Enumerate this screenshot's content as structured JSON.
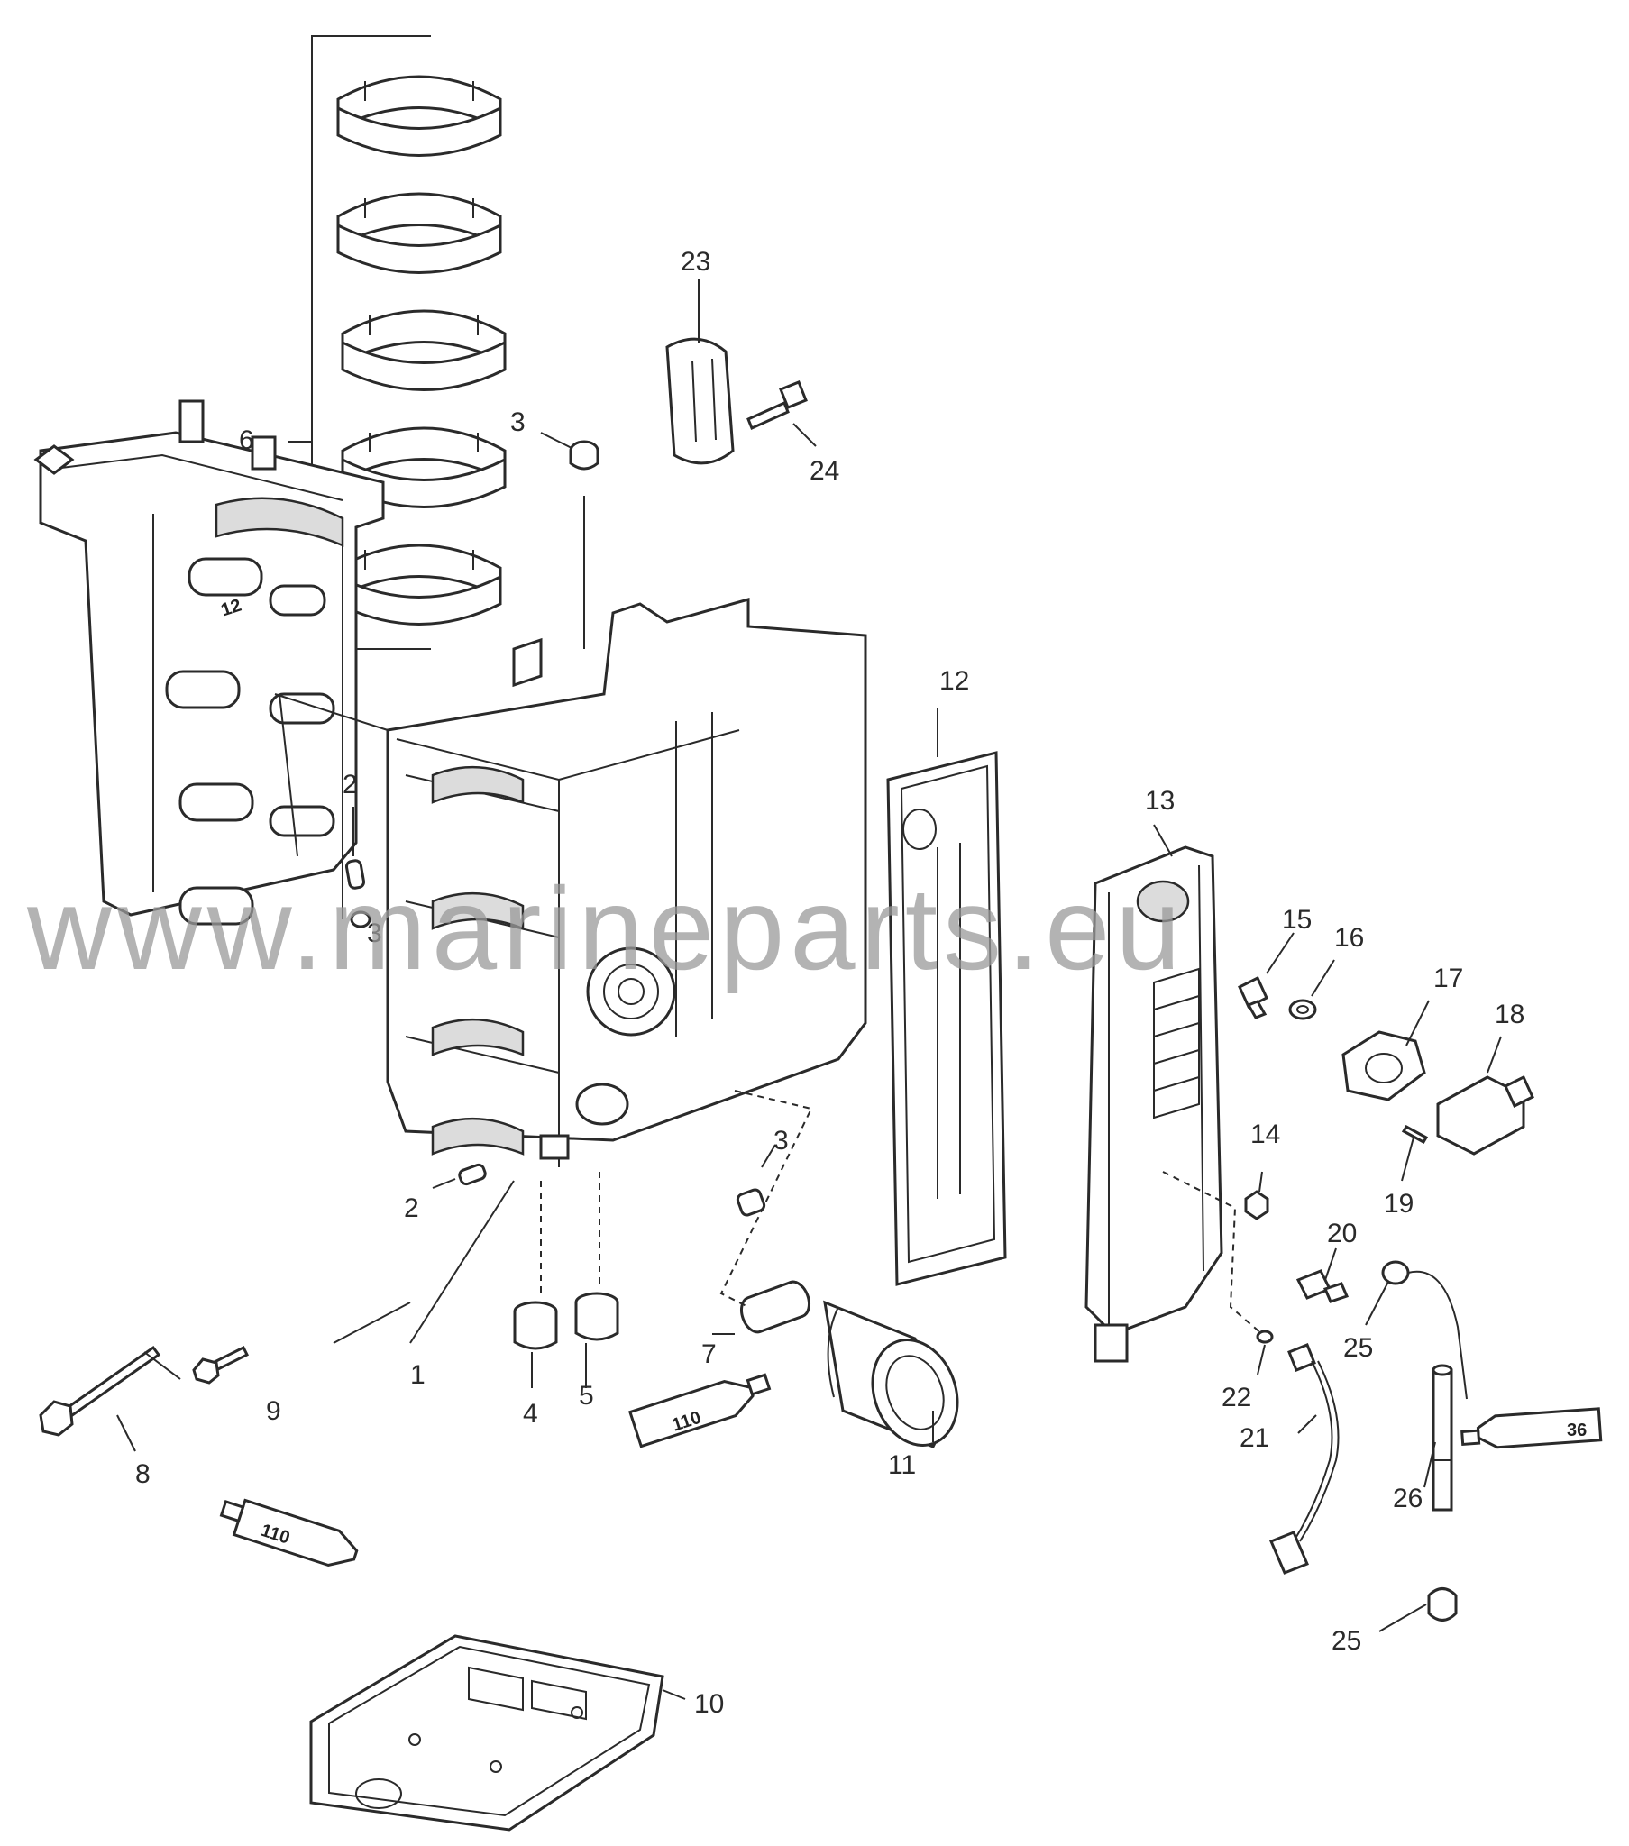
{
  "watermark": "www.marineparts.eu",
  "tube_labels": {
    "tube_12": "12",
    "tube_110_left": "110",
    "tube_110_center": "110",
    "tube_36": "36"
  },
  "callouts": {
    "c1": "1",
    "c2_upper": "2",
    "c2_lower": "2",
    "c3_upper": "3",
    "c3_side": "3",
    "c3_lower": "3",
    "c4": "4",
    "c5": "5",
    "c6": "6",
    "c7": "7",
    "c8": "8",
    "c9": "9",
    "c10": "10",
    "c11": "11",
    "c12": "12",
    "c13": "13",
    "c14": "14",
    "c15": "15",
    "c16": "16",
    "c17": "17",
    "c18": "18",
    "c19": "19",
    "c20": "20",
    "c21": "21",
    "c22": "22",
    "c23": "23",
    "c24": "24",
    "c25_upper": "25",
    "c25_lower": "25",
    "c26": "26"
  }
}
